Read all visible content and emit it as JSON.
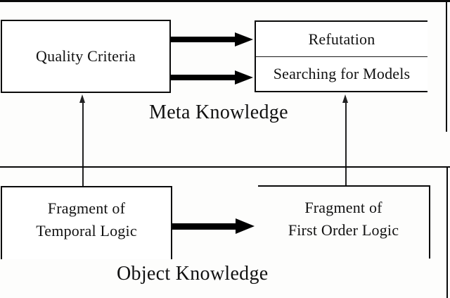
{
  "diagram": {
    "meta_section": {
      "label": "Meta Knowledge",
      "quality_box": {
        "label": "Quality Criteria"
      },
      "methods_box": {
        "rows": [
          "Refutation",
          "Searching for Models"
        ]
      }
    },
    "object_section": {
      "label": "Object Knowledge",
      "temporal_box": {
        "line1": "Fragment of",
        "line2": "Temporal Logic"
      },
      "first_order_box": {
        "line1": "Fragment of",
        "line2": "First Order Logic"
      }
    },
    "colors": {
      "line": "#000000",
      "background": "#fdfdfc"
    }
  }
}
